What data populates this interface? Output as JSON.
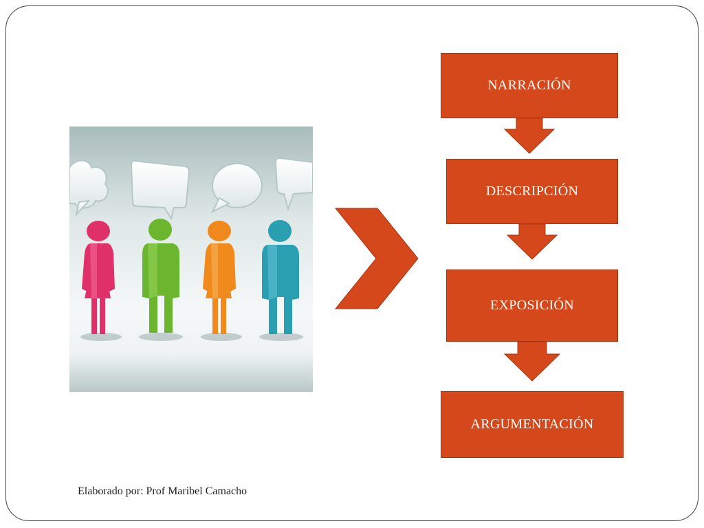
{
  "colors": {
    "accent": "#D5481B",
    "text_on_accent": "#ffffff",
    "frame": "#3a3a3a"
  },
  "diagram": {
    "steps": [
      {
        "label": "NARRACIÓN"
      },
      {
        "label": "DESCRIPCIÓN"
      },
      {
        "label": "EXPOSICIÓN"
      },
      {
        "label": "ARGUMENTACIÓN"
      }
    ],
    "connector_icon": "chevron-right-icon",
    "arrow_icon": "arrow-down-icon"
  },
  "illustration": {
    "icon": "people-speech-bubbles-icon",
    "people": [
      {
        "color": "#e0306a",
        "figure": "woman"
      },
      {
        "color": "#6cb52e",
        "figure": "man"
      },
      {
        "color": "#f08a1c",
        "figure": "woman"
      },
      {
        "color": "#2a9fb2",
        "figure": "man"
      }
    ]
  },
  "footer": {
    "credit": "Elaborado por: Prof Maribel Camacho"
  }
}
